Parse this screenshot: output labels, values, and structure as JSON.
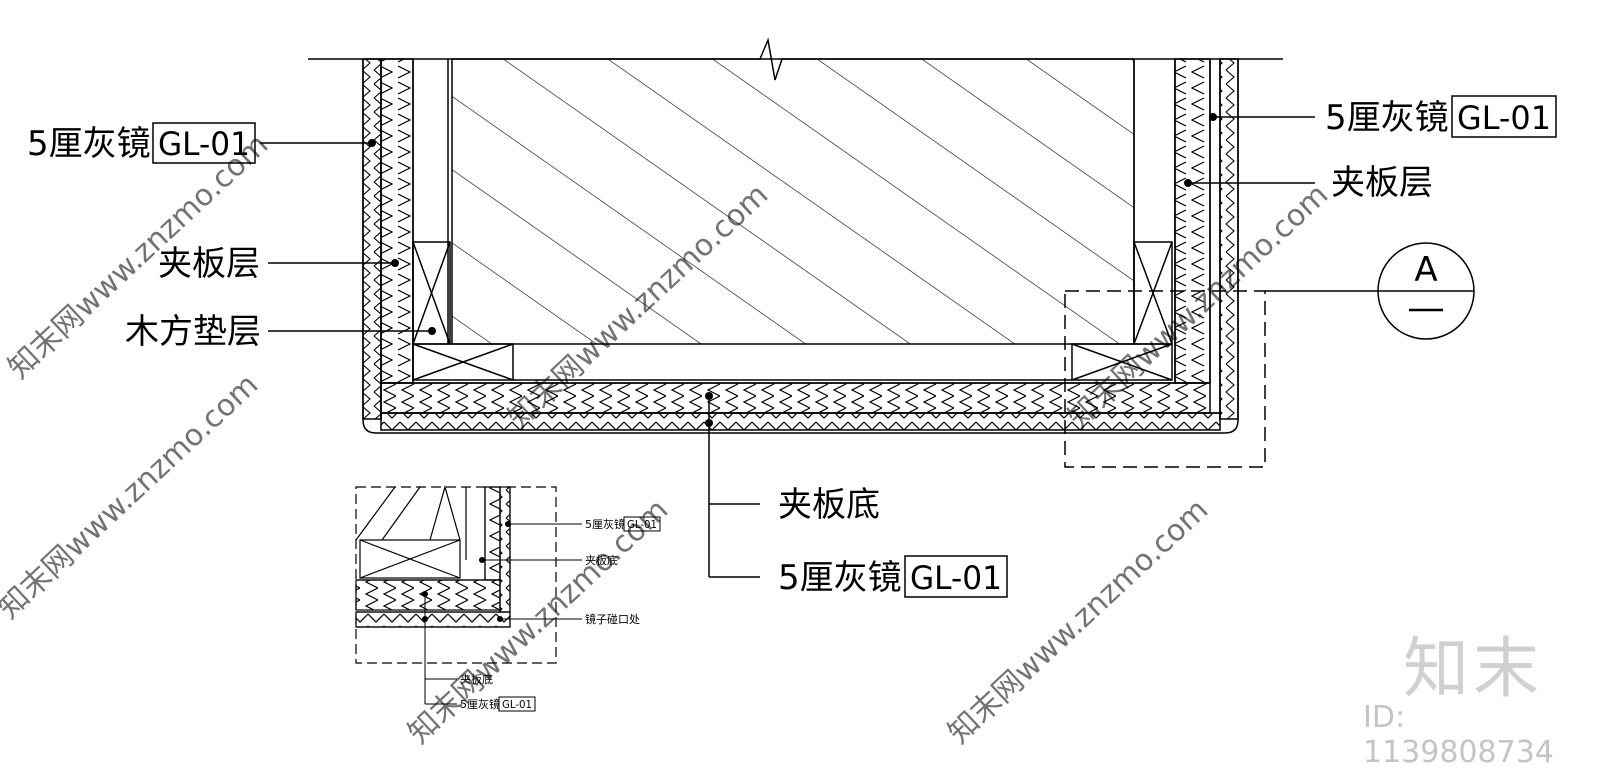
{
  "labels": {
    "gray_mirror": "5厘灰镜",
    "code": "GL-01",
    "plywood_layer": "夹板层",
    "wood_pad": "木方垫层",
    "plywood_base": "夹板底",
    "section_mark": "A",
    "mirror_edge": "镜子碰口处"
  },
  "watermark": {
    "text": "知末网www.znzmo.com",
    "logo": "知末",
    "id": "ID: 1139808734"
  }
}
